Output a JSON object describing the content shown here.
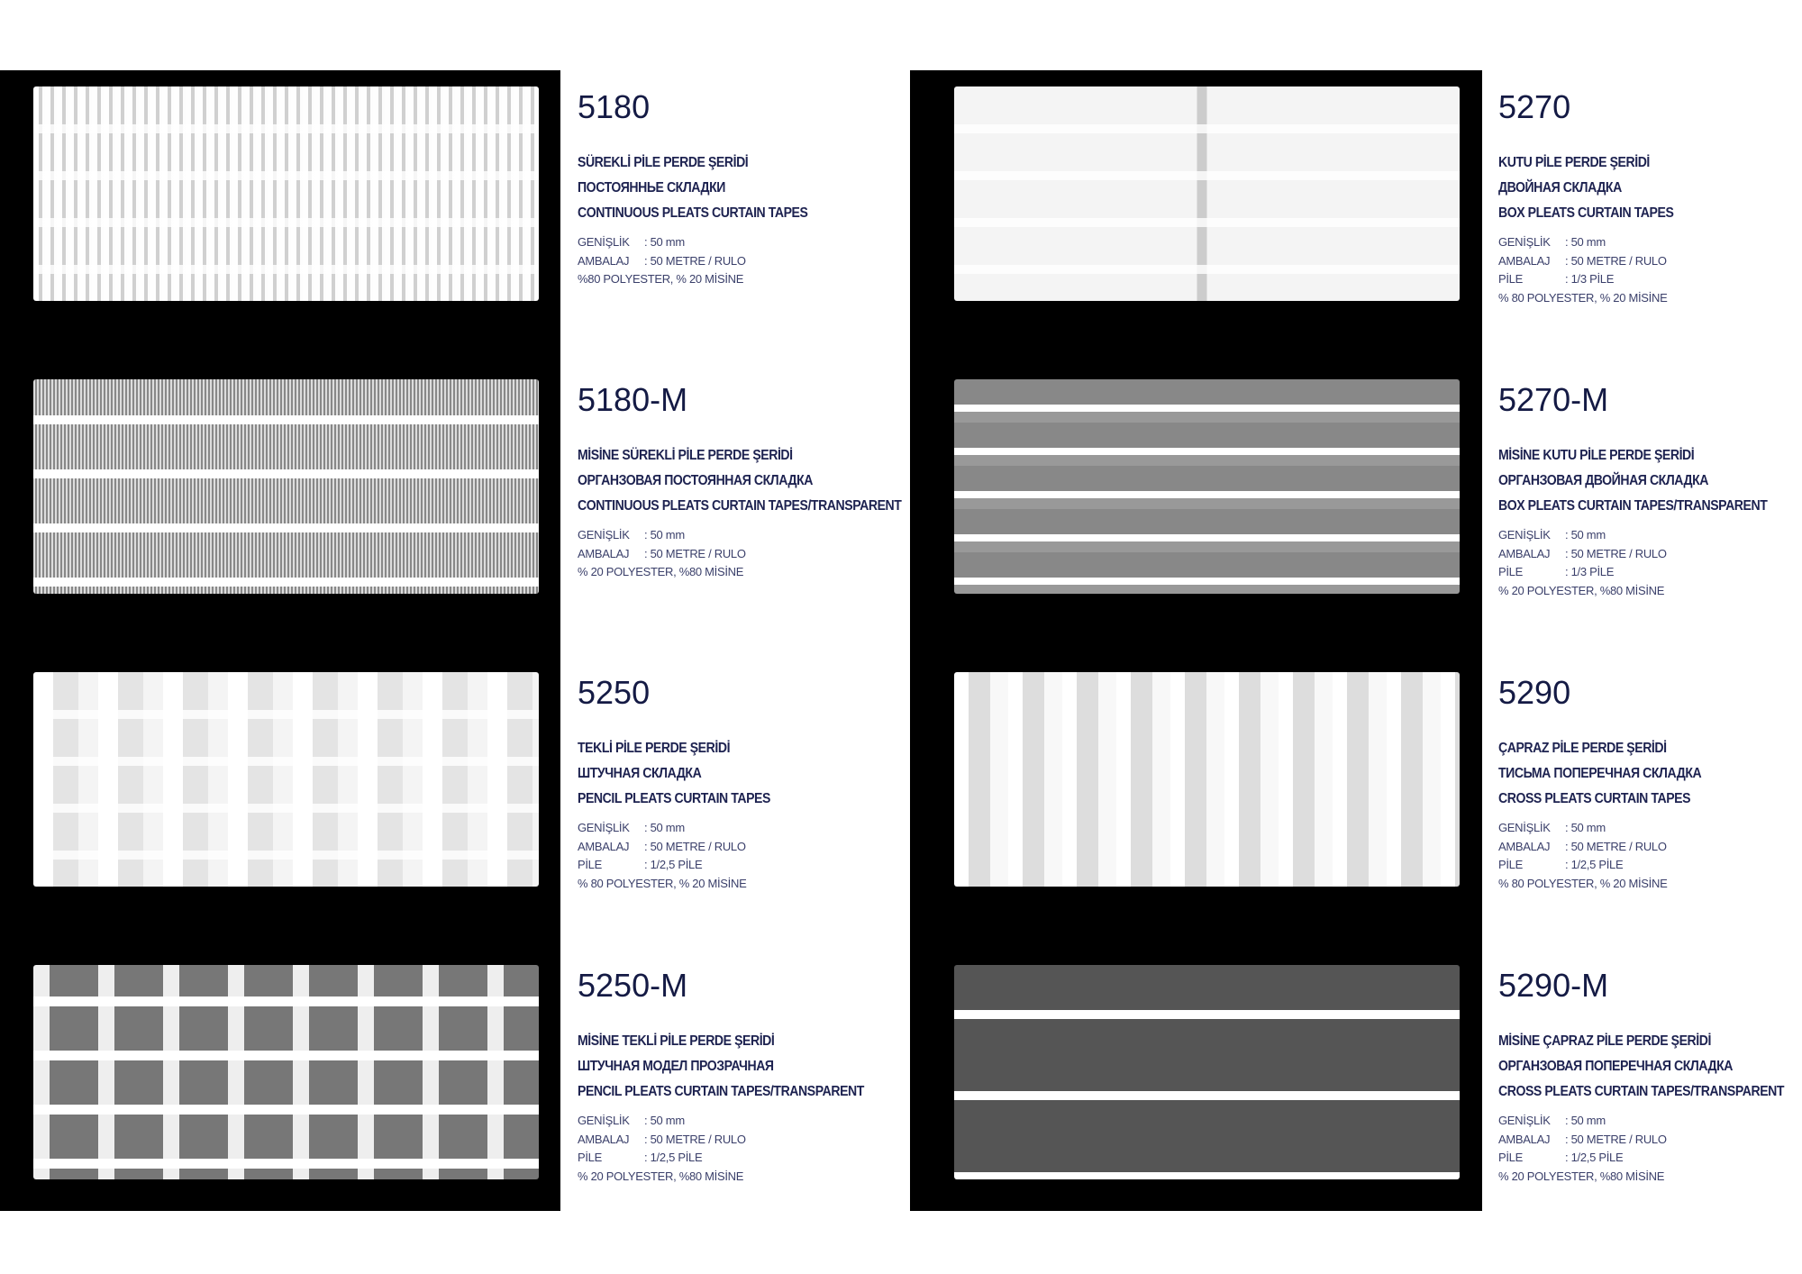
{
  "left": [
    {
      "code": "5180",
      "tr": "SÜREKLİ PİLE PERDE ŞERİDİ",
      "ru": "ПОСТОЯННЬЕ СКЛАДКИ",
      "en": "CONTINUOUS PLEATS CURTAIN TAPES",
      "specs": [
        {
          "k": "GENİŞLİK",
          "v": ": 50 mm"
        },
        {
          "k": "AMBALAJ",
          "v": ": 50 METRE / RULO"
        }
      ],
      "material": "%80 POLYESTER, % 20 MİSİNE",
      "style": "t-cont"
    },
    {
      "code": "5180-M",
      "tr": "MİSİNE SÜREKLİ PİLE PERDE ŞERİDİ",
      "ru": "ОРГАНЗОВАЯ ПОСТОЯННАЯ СКЛАДКА",
      "en": "CONTINUOUS PLEATS CURTAIN TAPES/TRANSPARENT",
      "specs": [
        {
          "k": "GENİŞLİK",
          "v": ": 50 mm"
        },
        {
          "k": "AMBALAJ",
          "v": ": 50 METRE / RULO"
        }
      ],
      "material": "% 20 POLYESTER, %80 MİSİNE",
      "style": "t-mesh"
    },
    {
      "code": "5250",
      "tr": "TEKLİ PİLE PERDE ŞERİDİ",
      "ru": "ШТУЧНАЯ СКЛАДКА",
      "en": "PENCIL PLEATS CURTAIN TAPES",
      "specs": [
        {
          "k": "GENİŞLİK",
          "v": ": 50 mm"
        },
        {
          "k": "AMBALAJ",
          "v": ": 50 METRE / RULO"
        },
        {
          "k": "PİLE",
          "v": ": 1/2,5 PİLE"
        }
      ],
      "material": "% 80 POLYESTER, % 20 MİSİNE",
      "style": "t-pencil"
    },
    {
      "code": "5250-M",
      "tr": "MİSİNE TEKLİ PİLE PERDE ŞERİDİ",
      "ru": "ШТУЧНАЯ МОДЕЛ ПРОЗРАЧНАЯ",
      "en": "PENCIL PLEATS CURTAIN TAPES/TRANSPARENT",
      "specs": [
        {
          "k": "GENİŞLİK",
          "v": ": 50 mm"
        },
        {
          "k": "AMBALAJ",
          "v": ": 50 METRE / RULO"
        },
        {
          "k": "PİLE",
          "v": ": 1/2,5 PİLE"
        }
      ],
      "material": "% 20 POLYESTER, %80 MİSİNE",
      "style": "t-pencilm"
    }
  ],
  "right": [
    {
      "code": "5270",
      "tr": "KUTU PİLE PERDE ŞERİDİ",
      "ru": "ДВОЙНАЯ СКЛАДКА",
      "en": "BOX PLEATS CURTAIN TAPES",
      "specs": [
        {
          "k": "GENİŞLİK",
          "v": ": 50 mm"
        },
        {
          "k": "AMBALAJ",
          "v": ": 50 METRE / RULO"
        },
        {
          "k": "PİLE",
          "v": ": 1/3 PİLE"
        }
      ],
      "material": "% 80 POLYESTER, % 20 MİSİNE",
      "style": "t-box"
    },
    {
      "code": "5270-M",
      "tr": "MİSİNE KUTU PİLE PERDE ŞERİDİ",
      "ru": "ОРГАНЗОВАЯ ДВОЙНАЯ СКЛАДКА",
      "en": "BOX PLEATS CURTAIN TAPES/TRANSPARENT",
      "specs": [
        {
          "k": "GENİŞLİK",
          "v": ": 50 mm"
        },
        {
          "k": "AMBALAJ",
          "v": ": 50 METRE / RULO"
        },
        {
          "k": "PİLE",
          "v": ": 1/3 PİLE"
        }
      ],
      "material": "% 20 POLYESTER, %80 MİSİNE",
      "style": "t-boxm"
    },
    {
      "code": "5290",
      "tr": "ÇAPRAZ PİLE PERDE ŞERİDİ",
      "ru": "ТИСЬМА ПОПЕРЕЧНАЯ СКЛАДКА",
      "en": "CROSS PLEATS CURTAIN TAPES",
      "specs": [
        {
          "k": "GENİŞLİK",
          "v": ": 50 mm"
        },
        {
          "k": "AMBALAJ",
          "v": ": 50 METRE / RULO"
        },
        {
          "k": "PİLE",
          "v": ": 1/2,5 PİLE"
        }
      ],
      "material": "% 80 POLYESTER, % 20 MİSİNE",
      "style": "t-cross"
    },
    {
      "code": "5290-M",
      "tr": "MİSİNE ÇAPRAZ PİLE PERDE ŞERİDİ",
      "ru": "ОРГАНЗОВАЯ ПОПЕРЕЧНАЯ СКЛАДКА",
      "en": "CROSS PLEATS CURTAIN TAPES/TRANSPARENT",
      "specs": [
        {
          "k": "GENİŞLİK",
          "v": ": 50 mm"
        },
        {
          "k": "AMBALAJ",
          "v": ": 50 METRE / RULO"
        },
        {
          "k": "PİLE",
          "v": ": 1/2,5 PİLE"
        }
      ],
      "material": "% 20 POLYESTER, %80 MİSİNE",
      "style": "t-crossm"
    }
  ]
}
